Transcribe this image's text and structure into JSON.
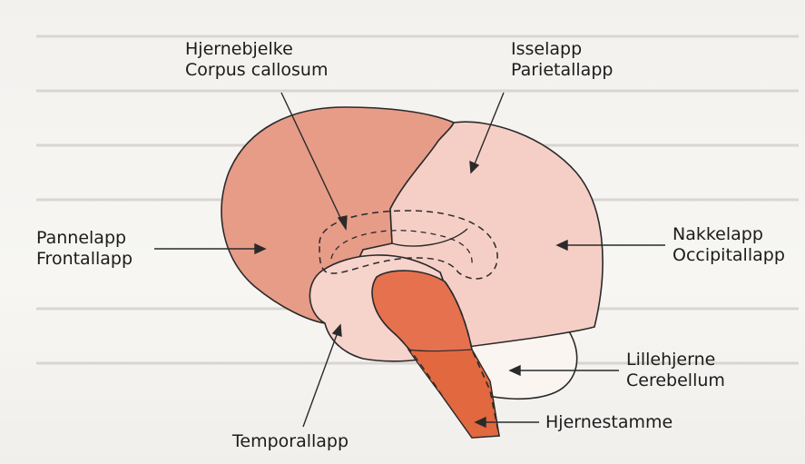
{
  "labels": {
    "corpus": {
      "line1": "Hjernebjelke",
      "line2": "Corpus callosum"
    },
    "parietal": {
      "line1": "Isselapp",
      "line2": "Parietallapp"
    },
    "frontal": {
      "line1": "Pannelapp",
      "line2": "Frontallapp"
    },
    "occipital": {
      "line1": "Nakkelapp",
      "line2": "Occipitallapp"
    },
    "cerebellum": {
      "line1": "Lillehjerne",
      "line2": "Cerebellum"
    },
    "brainstem": {
      "line1": "Hjernestamme"
    },
    "temporal": {
      "line1": "Temporallapp"
    }
  },
  "colors": {
    "frontal": "#e79c88",
    "parietal": "#f5cfc6",
    "temporal": "#f6d3cb",
    "brainstem": "#e5714f",
    "brainstem_lower": "#e1683f",
    "cerebellum": "#fbf5f2",
    "outline": "#2a2a2a"
  }
}
